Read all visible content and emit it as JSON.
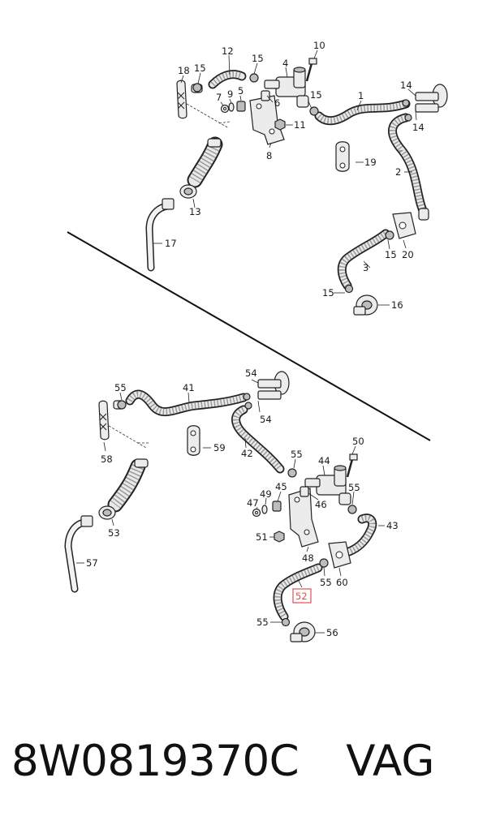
{
  "footer": {
    "part_number": "8W0819370C",
    "brand": "VAG"
  },
  "diagram": {
    "highlight_color": "#e05050",
    "upper_labels": [
      "1",
      "2",
      "3",
      "4",
      "5",
      "6",
      "7",
      "8",
      "9",
      "10",
      "11",
      "12",
      "13",
      "14",
      "14",
      "15",
      "15",
      "15",
      "15",
      "15",
      "16",
      "17",
      "18",
      "19",
      "20"
    ],
    "lower_labels": [
      "41",
      "42",
      "43",
      "44",
      "45",
      "46",
      "47",
      "48",
      "49",
      "50",
      "51",
      "52",
      "53",
      "54",
      "54",
      "55",
      "55",
      "55",
      "55",
      "55",
      "56",
      "57",
      "58",
      "59",
      "60"
    ],
    "highlighted_label": "52"
  }
}
